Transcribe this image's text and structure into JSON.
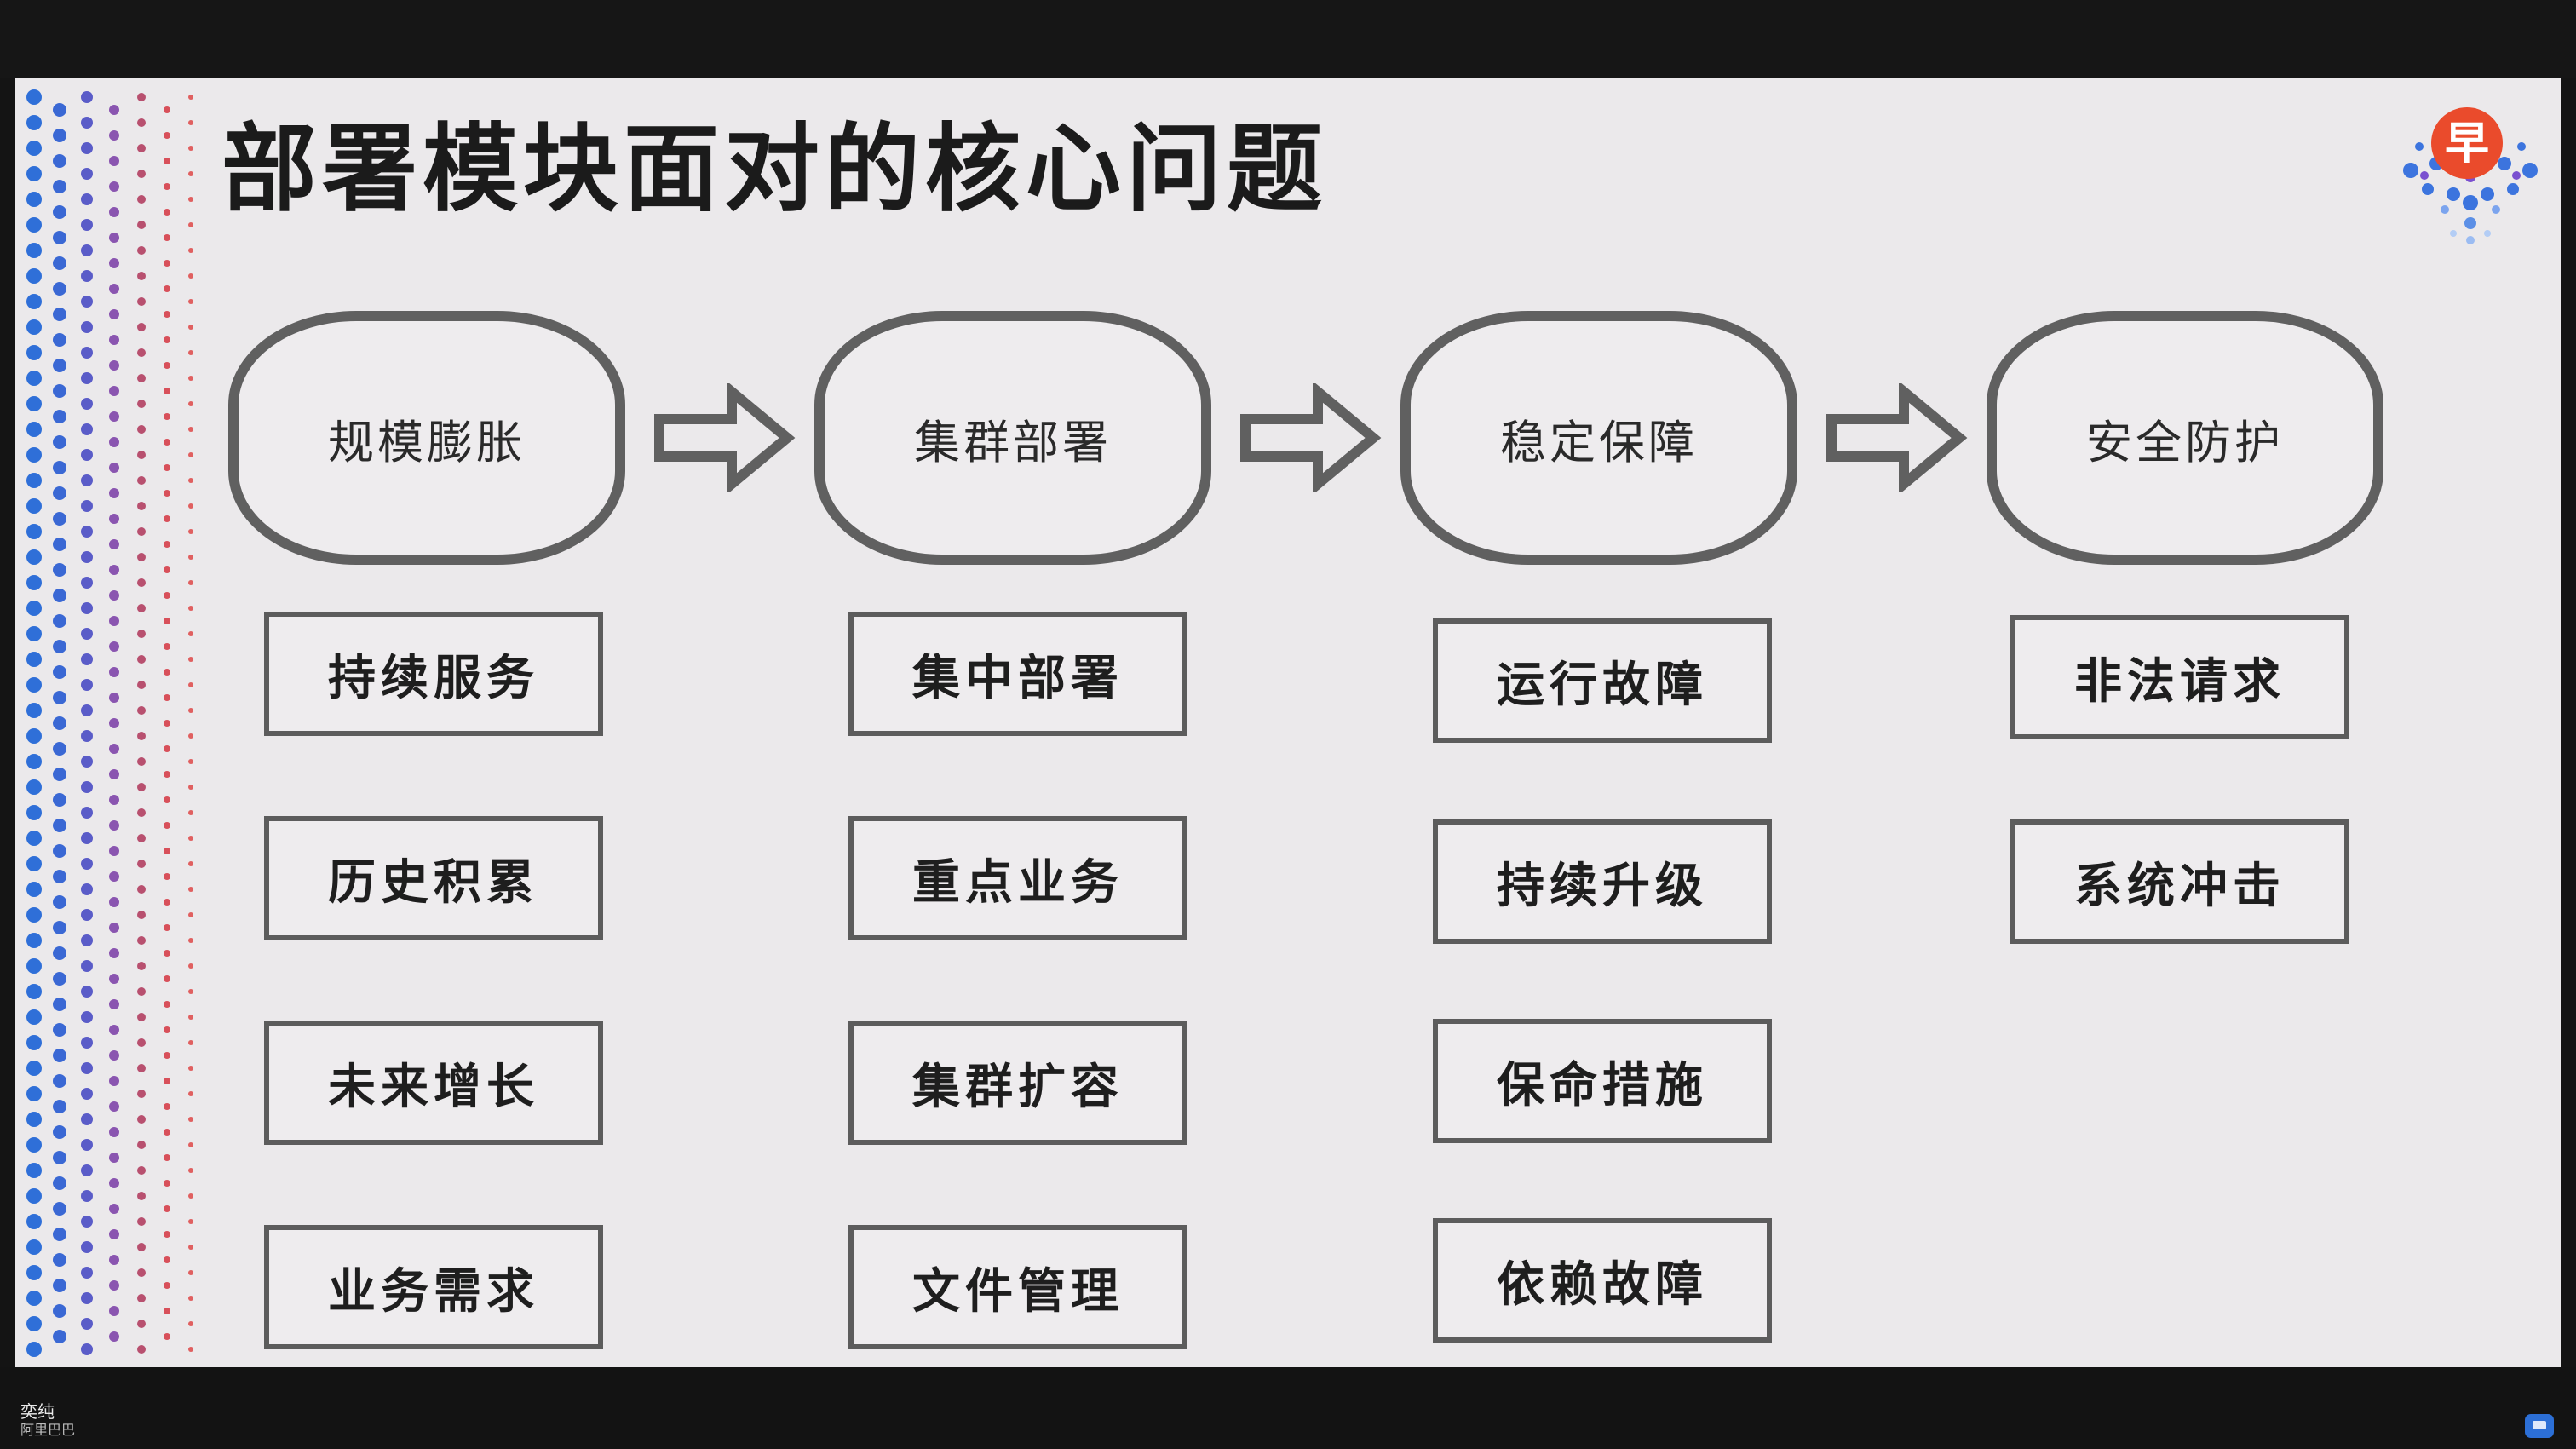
{
  "slide": {
    "title": "部署模块面对的核心问题",
    "logo_char": "早",
    "stages": [
      {
        "label": "规模膨胀",
        "items": [
          "持续服务",
          "历史积累",
          "未来增长",
          "业务需求"
        ]
      },
      {
        "label": "集群部署",
        "items": [
          "集中部署",
          "重点业务",
          "集群扩容",
          "文件管理"
        ]
      },
      {
        "label": "稳定保障",
        "items": [
          "运行故障",
          "持续升级",
          "保命措施",
          "依赖故障"
        ]
      },
      {
        "label": "安全防护",
        "items": [
          "非法请求",
          "系统冲击"
        ]
      }
    ]
  },
  "presenter": {
    "name": "奕纯",
    "org": "阿里巴巴"
  },
  "icons": {
    "arrow": "right-arrow-icon",
    "logo": "brand-logo-icon",
    "chat": "chat-icon"
  },
  "colors": {
    "slide_background": "#ebe9eb",
    "outline": "#606060",
    "logo_red": "#ea4b2c",
    "dot_blue": "#2f6fd8",
    "dot_red": "#d8505a"
  }
}
